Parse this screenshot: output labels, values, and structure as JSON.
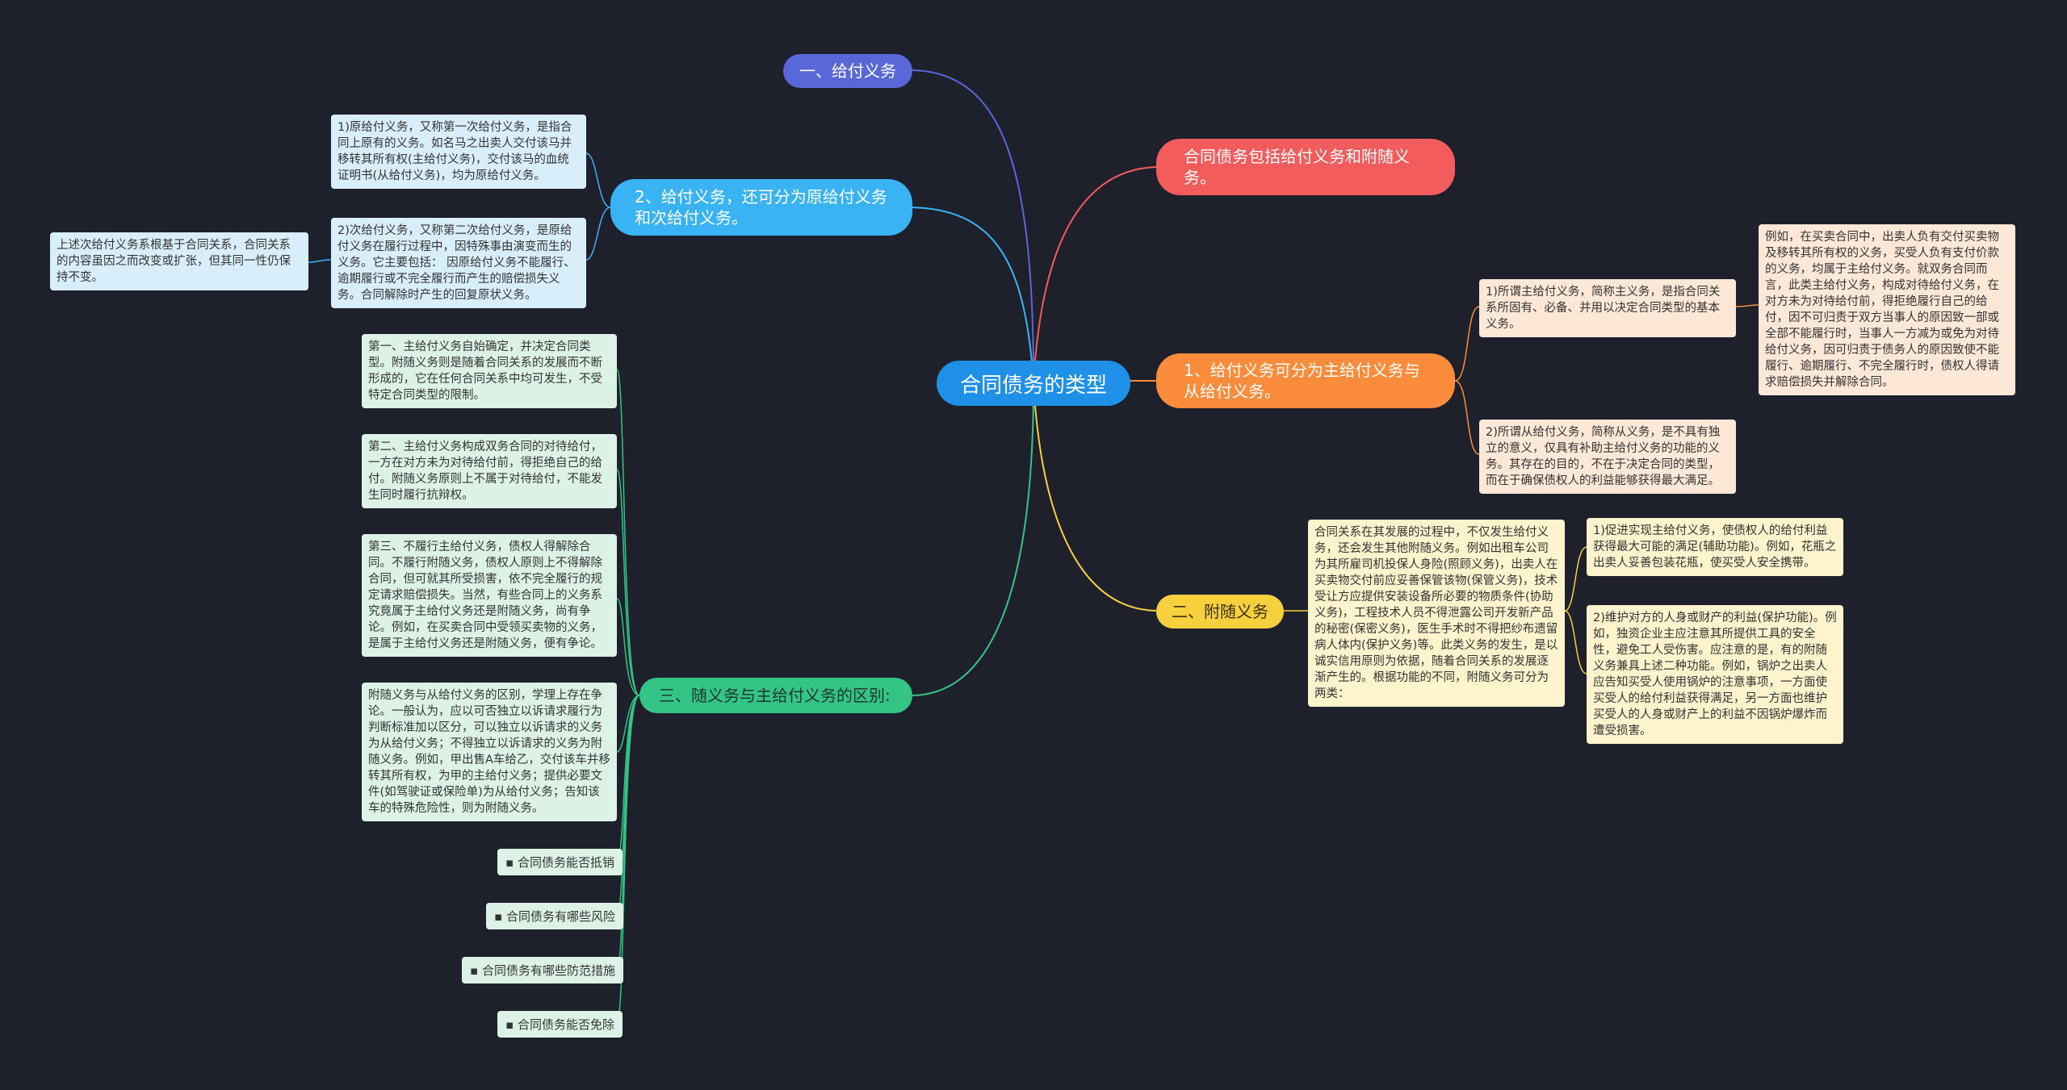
{
  "center": "合同债务的类型",
  "branches": {
    "b1": "一、给付义务",
    "b2": "2、给付义务，还可分为原给付义务和次给付义务。",
    "b3": "三、随义务与主给付义务的区别:",
    "r1": "合同债务包括给付义务和附随义务。",
    "r2": "1、给付义务可分为主给付义务与从给付义务。",
    "r3": "二、附随义务"
  },
  "notes": {
    "b2a": "1)原给付义务，又称第一次给付义务，是指合同上原有的义务。如名马之出卖人交付该马并移转其所有权(主给付义务)，交付该马的血统证明书(从给付义务)，均为原给付义务。",
    "b2b": "2)次给付义务，又称第二次给付义务，是原给付义务在履行过程中，因特殊事由演变而生的义务。它主要包括： 因原给付义务不能履行、逾期履行或不完全履行而产生的赔偿损失义务。合同解除时产生的回复原状义务。",
    "b2c": "上述次给付义务系根基于合同关系，合同关系的内容虽因之而改变或扩张，但其同一性仍保持不变。",
    "b3a": "第一、主给付义务自始确定，并决定合同类型。附随义务则是随着合同关系的发展而不断形成的，它在任何合同关系中均可发生，不受特定合同类型的限制。",
    "b3b": "第二、主给付义务构成双务合同的对待给付，一方在对方未为对待给付前，得拒绝自己的给付。附随义务原则上不属于对待给付，不能发生同时履行抗辩权。",
    "b3c": "第三、不履行主给付义务，债权人得解除合同。不履行附随义务，债权人原则上不得解除合同，但可就其所受损害，依不完全履行的规定请求赔偿损失。当然，有些合同上的义务系究竟属于主给付义务还是附随义务，尚有争论。例如，在买卖合同中受领买卖物的义务，是属于主给付义务还是附随义务，便有争论。",
    "b3d": "附随义务与从给付义务的区别，学理上存在争论。一般认为，应以可否独立以诉请求履行为判断标准加以区分，可以独立以诉请求的义务为从给付义务；不得独立以诉请求的义务为附随义务。例如，甲出售A车给乙，交付该车并移转其所有权，为甲的主给付义务；提供必要文件(如驾驶证或保险单)为从给付义务；告知该车的特殊危险性，则为附随义务。",
    "r2a": "1)所谓主给付义务，简称主义务，是指合同关系所固有、必备、并用以决定合同类型的基本义务。",
    "r2a_ex": "例如，在买卖合同中，出卖人负有交付买卖物及移转其所有权的义务，买受人负有支付价款的义务，均属于主给付义务。就双务合同而言，此类主给付义务，构成对待给付义务，在对方未为对待给付前，得拒绝履行自己的给付，因不可归责于双方当事人的原因致一部或全部不能履行时，当事人一方减为或免为对待给付义务，因可归责于债务人的原因致使不能履行、逾期履行、不完全履行时，债权人得请求赔偿损失并解除合同。",
    "r2b": "2)所谓从给付义务，简称从义务，是不具有独立的意义，仅具有补助主给付义务的功能的义务。其存在的目的，不在于决定合同的类型，而在于确保债权人的利益能够获得最大满足。",
    "r3a": "合同关系在其发展的过程中，不仅发生给付义务，还会发生其他附随义务。例如出租车公司为其所雇司机投保人身险(照顾义务)，出卖人在买卖物交付前应妥善保管该物(保管义务)，技术受让方应提供安装设备所必要的物质条件(协助义务)，工程技术人员不得泄露公司开发新产品的秘密(保密义务)，医生手术时不得把纱布遗留病人体内(保护义务)等。此类义务的发生，是以诚实信用原则为依据，随着合同关系的发展逐渐产生的。根据功能的不同，附随义务可分为两类：",
    "r3b": "1)促进实现主给付义务，使债权人的给付利益获得最大可能的满足(辅助功能)。例如，花瓶之出卖人妥善包装花瓶，使买受人安全携带。",
    "r3c": "2)维护对方的人身或财产的利益(保护功能)。例如，独资企业主应注意其所提供工具的安全性，避免工人受伤害。应注意的是，有的附随义务兼具上述二种功能。例如，锅炉之出卖人应告知买受人使用锅炉的注意事项，一方面使买受人的给付利益获得满足，另一方面也维护买受人的人身或财产上的利益不因锅炉爆炸而遭受损害。"
  },
  "related": [
    "合同债务能否抵销",
    "合同债务有哪些风险",
    "合同债务有哪些防范措施",
    "合同债务能否免除"
  ],
  "colors": {
    "background": "#1e202b",
    "center": "#1e90e8",
    "b1": "#5a67d8",
    "b2": "#3ab3f4",
    "b3": "#34c486",
    "r1": "#f25c5c",
    "r2": "#fb8c3c",
    "r3": "#f7d03e"
  }
}
